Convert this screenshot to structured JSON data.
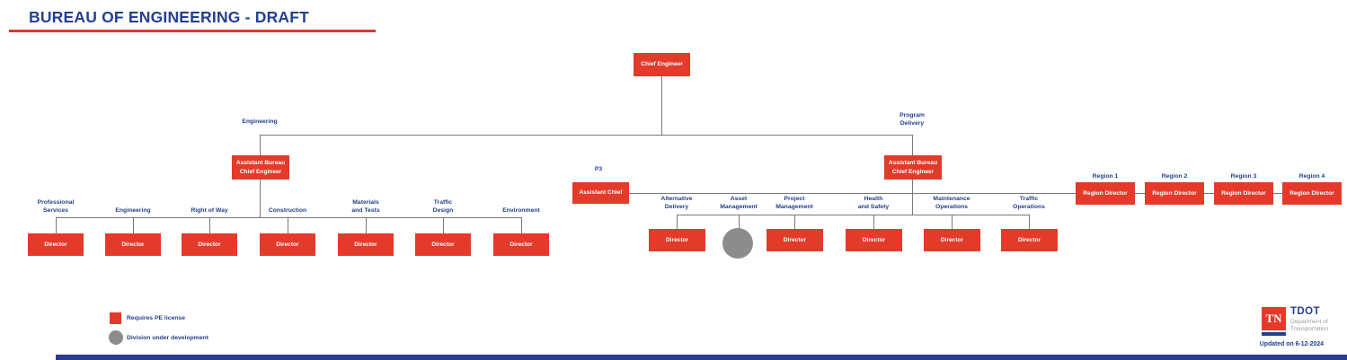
{
  "title": "BUREAU OF ENGINEERING - DRAFT",
  "root": {
    "label": "Chief Engineer"
  },
  "left": {
    "branch_label": "Engineering",
    "head_label": "Assistant Bureau\nChief Engineer",
    "divisions": [
      {
        "label": "Professional\nServices",
        "role": "Director"
      },
      {
        "label": "Engineering",
        "role": "Director"
      },
      {
        "label": "Right of Way",
        "role": "Director"
      },
      {
        "label": "Construction",
        "role": "Director"
      },
      {
        "label": "Materials\nand Tests",
        "role": "Director"
      },
      {
        "label": "Traffic\nDesign",
        "role": "Director"
      },
      {
        "label": "Environment",
        "role": "Director"
      }
    ]
  },
  "right": {
    "branch_label": "Program\nDelivery",
    "head_label": "Assistant Bureau\nChief Engineer",
    "p3": {
      "label": "P3",
      "role": "Assistant Chief"
    },
    "divisions": [
      {
        "label": "Alternative\nDelivery",
        "role": "Director",
        "symbol": "box"
      },
      {
        "label": "Asset\nManagement",
        "symbol": "gray-circle"
      },
      {
        "label": "Project\nManagement",
        "role": "Director",
        "symbol": "box"
      },
      {
        "label": "Health\nand Safety",
        "role": "Director",
        "symbol": "box"
      },
      {
        "label": "Maintenance\nOperations",
        "role": "Director",
        "symbol": "box"
      },
      {
        "label": "Traffic\nOperations",
        "role": "Director",
        "symbol": "box"
      }
    ]
  },
  "regions": [
    {
      "label": "Region 1",
      "role": "Region Director"
    },
    {
      "label": "Region 2",
      "role": "Region Director"
    },
    {
      "label": "Region 3",
      "role": "Region Director"
    },
    {
      "label": "Region 4",
      "role": "Region Director"
    }
  ],
  "legend": {
    "items": [
      {
        "symbol": "red-square",
        "label": "Requires PE license"
      },
      {
        "symbol": "gray-circle",
        "label": "Division under development"
      }
    ]
  },
  "logo": {
    "tn": "TN",
    "name": "TDOT",
    "dept_line1": "Department of",
    "dept_line2": "Transportation"
  },
  "footer": {
    "updated": "Updated on 6-12-2024"
  },
  "colors": {
    "box_red": "#E43A2A",
    "navy_text": "#24408E",
    "connector_gray": "#7A7A7A",
    "circle_gray": "#8C8C8C",
    "underline_red": "#E0352B"
  }
}
